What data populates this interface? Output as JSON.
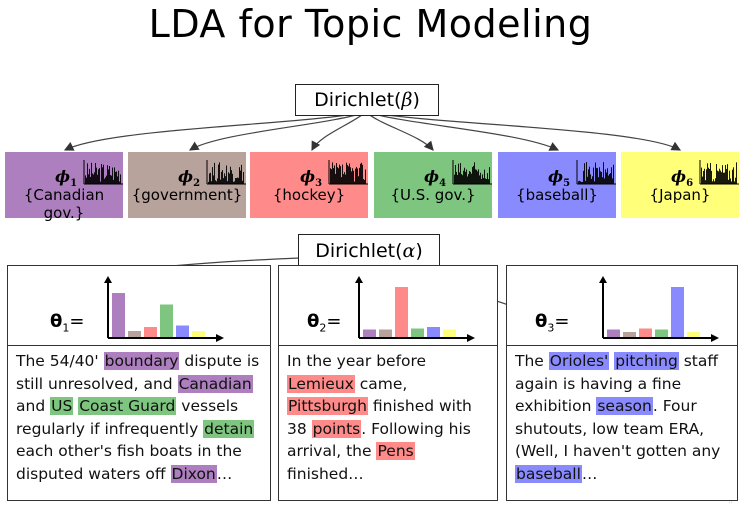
{
  "title": "LDA for Topic Modeling",
  "dirichlet_beta": {
    "prefix": "Dirichlet(",
    "symbol": "β",
    "suffix": ")"
  },
  "dirichlet_alpha": {
    "prefix": "Dirichlet(",
    "symbol": "α",
    "suffix": ")"
  },
  "topics": [
    {
      "symbol": "ϕ",
      "index": "1",
      "label": "{Canadian gov.}",
      "color": "#ad7fbf"
    },
    {
      "symbol": "ϕ",
      "index": "2",
      "label": "{government}",
      "color": "#b7a29c"
    },
    {
      "symbol": "ϕ",
      "index": "3",
      "label": "{hockey}",
      "color": "#ff8a8a"
    },
    {
      "symbol": "ϕ",
      "index": "4",
      "label": "{U.S. gov.}",
      "color": "#7ec580"
    },
    {
      "symbol": "ϕ",
      "index": "5",
      "label": "{baseball}",
      "color": "#8a8aff"
    },
    {
      "symbol": "ϕ",
      "index": "6",
      "label": "{Japan}",
      "color": "#ffff7a"
    }
  ],
  "documents": [
    {
      "theta_symbol": "θ",
      "theta_index": "1",
      "theta_eq": "=",
      "proportions": [
        0.88,
        0.12,
        0.2,
        0.65,
        0.23,
        0.12
      ],
      "segments": [
        {
          "t": "The 54/40' "
        },
        {
          "t": "boundary",
          "c": 1
        },
        {
          "t": " dispute is still unresolved, and "
        },
        {
          "t": "Canadian",
          "c": 1
        },
        {
          "t": " and "
        },
        {
          "t": "US",
          "c": 4
        },
        {
          "t": " "
        },
        {
          "t": "Coast Guard",
          "c": 4
        },
        {
          "t": " vessels regularly if infrequently "
        },
        {
          "t": "detain",
          "c": 4
        },
        {
          "t": " each other's fish boats in the disputed waters off "
        },
        {
          "t": "Dixon",
          "c": 1
        },
        {
          "t": "…"
        }
      ]
    },
    {
      "theta_symbol": "θ",
      "theta_index": "2",
      "theta_eq": "=",
      "proportions": [
        0.15,
        0.15,
        1.0,
        0.17,
        0.2,
        0.15
      ],
      "segments": [
        {
          "t": "In the year before "
        },
        {
          "t": "Lemieux",
          "c": 3
        },
        {
          "t": " came, "
        },
        {
          "t": "Pittsburgh",
          "c": 3
        },
        {
          "t": " finished with 38 "
        },
        {
          "t": "points",
          "c": 3
        },
        {
          "t": ". Following his arrival, the "
        },
        {
          "t": "Pens",
          "c": 3
        },
        {
          "t": " finished…"
        }
      ]
    },
    {
      "theta_symbol": "θ",
      "theta_index": "3",
      "theta_eq": "=",
      "proportions": [
        0.15,
        0.1,
        0.17,
        0.15,
        1.0,
        0.1
      ],
      "segments": [
        {
          "t": "The "
        },
        {
          "t": "Orioles'",
          "c": 5
        },
        {
          "t": " "
        },
        {
          "t": "pitching",
          "c": 5
        },
        {
          "t": " staff again is having a fine exhibition "
        },
        {
          "t": "season",
          "c": 5
        },
        {
          "t": ". Four shutouts, low team ERA, (Well, I haven't gotten any "
        },
        {
          "t": "baseball",
          "c": 5
        },
        {
          "t": "…"
        }
      ]
    }
  ]
}
